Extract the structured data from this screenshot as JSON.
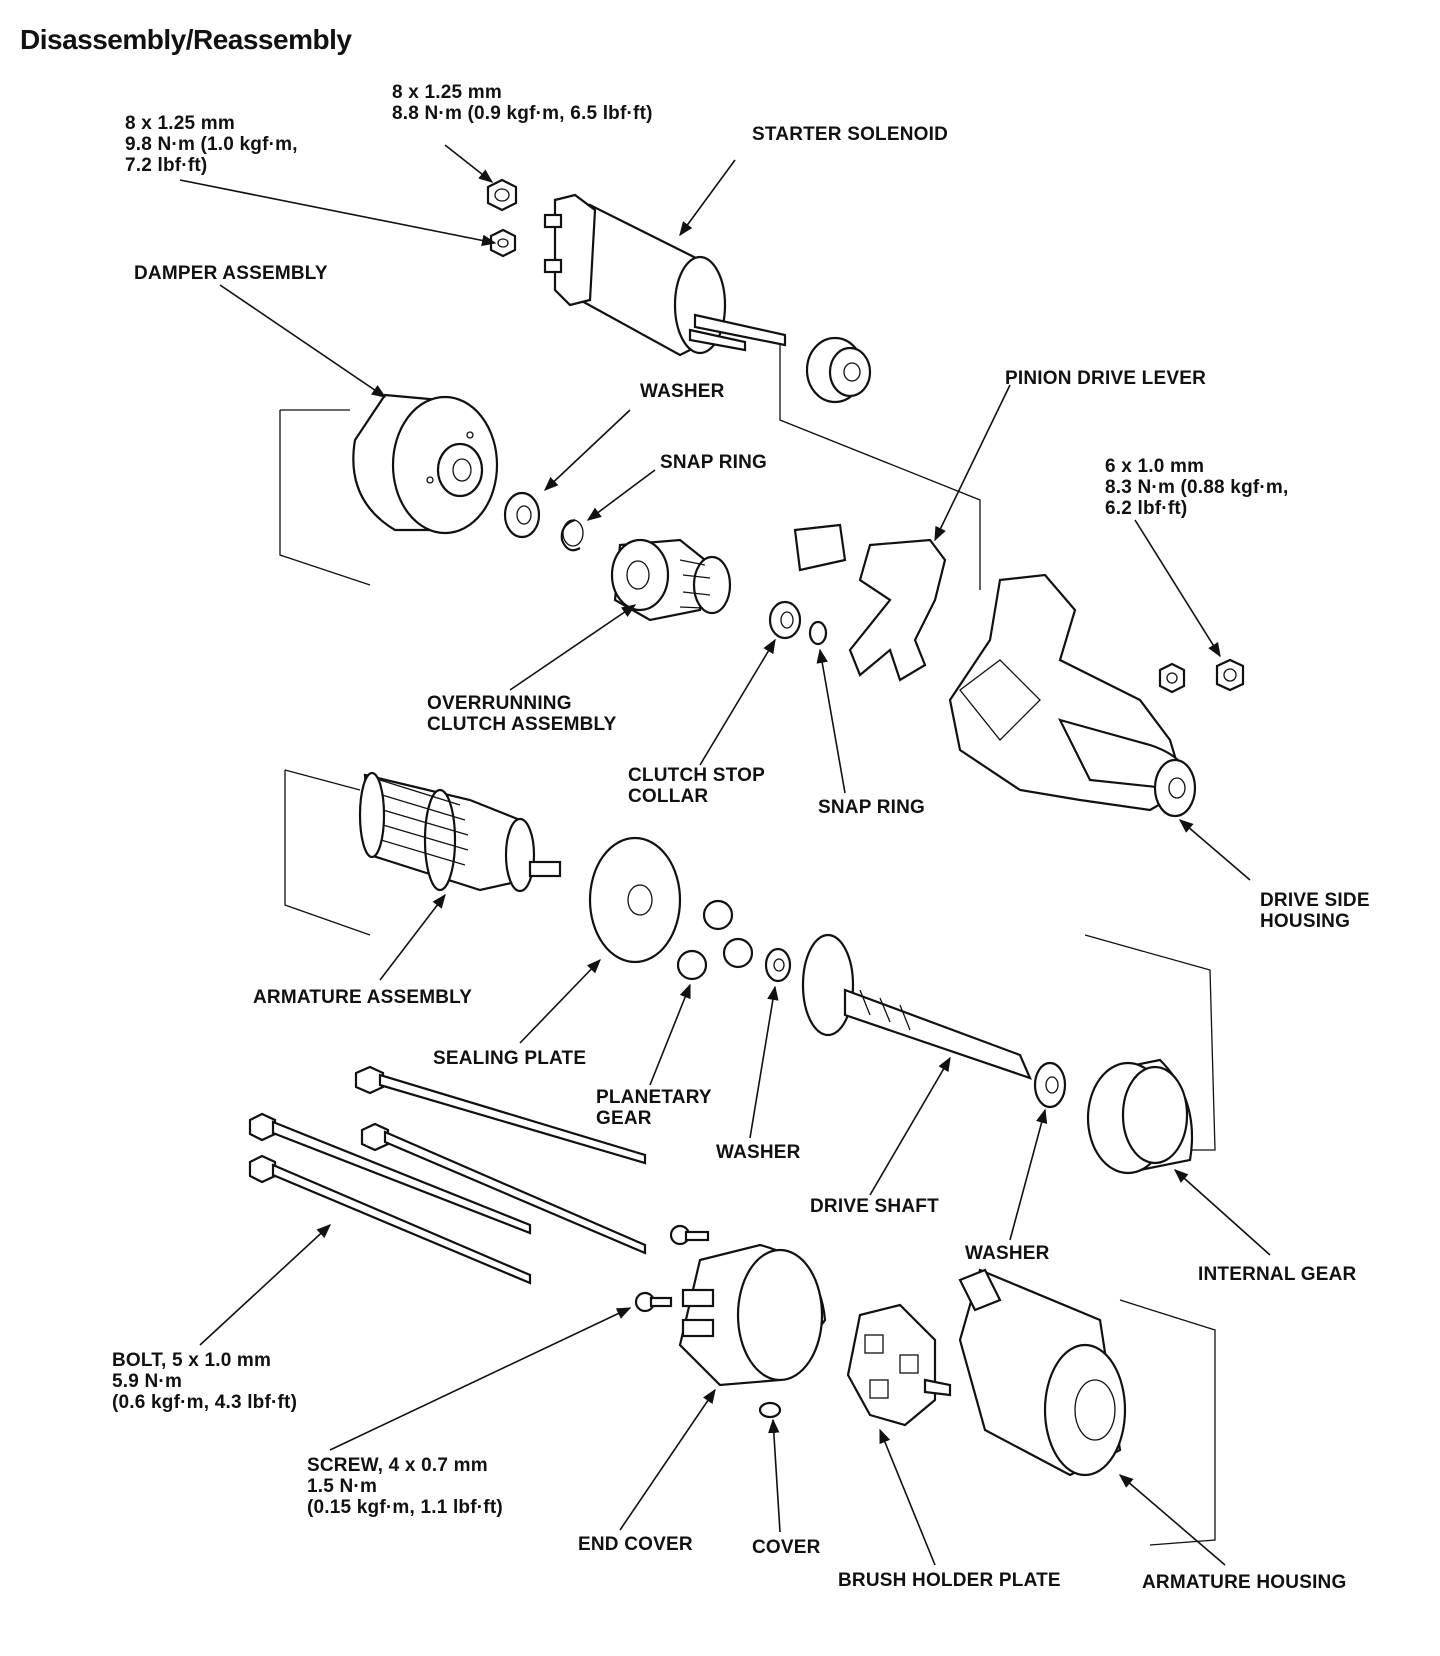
{
  "title": "Disassembly/Reassembly",
  "labels": {
    "nut_upper_spec": [
      "8 x 1.25 mm",
      "8.8 N·m (0.9 kgf·m, 6.5 lbf·ft)"
    ],
    "nut_left_spec": [
      "8 x 1.25 mm",
      "9.8 N·m (1.0 kgf·m,",
      "7.2 lbf·ft)"
    ],
    "starter_solenoid": "STARTER SOLENOID",
    "damper_assembly": "DAMPER ASSEMBLY",
    "washer_1": "WASHER",
    "pinion_drive_lever": "PINION DRIVE LEVER",
    "snap_ring_1": "SNAP RING",
    "nut_right_spec": [
      "6 x 1.0 mm",
      "8.3 N·m (0.88 kgf·m,",
      "6.2 lbf·ft)"
    ],
    "overrunning_clutch": [
      "OVERRUNNING",
      "CLUTCH ASSEMBLY"
    ],
    "clutch_stop_collar": [
      "CLUTCH STOP",
      "COLLAR"
    ],
    "snap_ring_2": "SNAP RING",
    "drive_side_housing": [
      "DRIVE SIDE",
      "HOUSING"
    ],
    "armature_assembly": "ARMATURE ASSEMBLY",
    "sealing_plate": "SEALING PLATE",
    "planetary_gear": [
      "PLANETARY",
      "GEAR"
    ],
    "washer_2": "WASHER",
    "drive_shaft": "DRIVE SHAFT",
    "washer_3": "WASHER",
    "internal_gear": "INTERNAL GEAR",
    "bolt_spec": [
      "BOLT, 5 x 1.0 mm",
      "5.9 N·m",
      "(0.6 kgf·m, 4.3 lbf·ft)"
    ],
    "screw_spec": [
      "SCREW, 4 x 0.7 mm",
      "1.5 N·m",
      "(0.15 kgf·m, 1.1 lbf·ft)"
    ],
    "end_cover": "END COVER",
    "cover": "COVER",
    "brush_holder_plate": "BRUSH HOLDER PLATE",
    "armature_housing": "ARMATURE HOUSING"
  },
  "colors": {
    "ink": "#111111",
    "paper": "#ffffff"
  }
}
